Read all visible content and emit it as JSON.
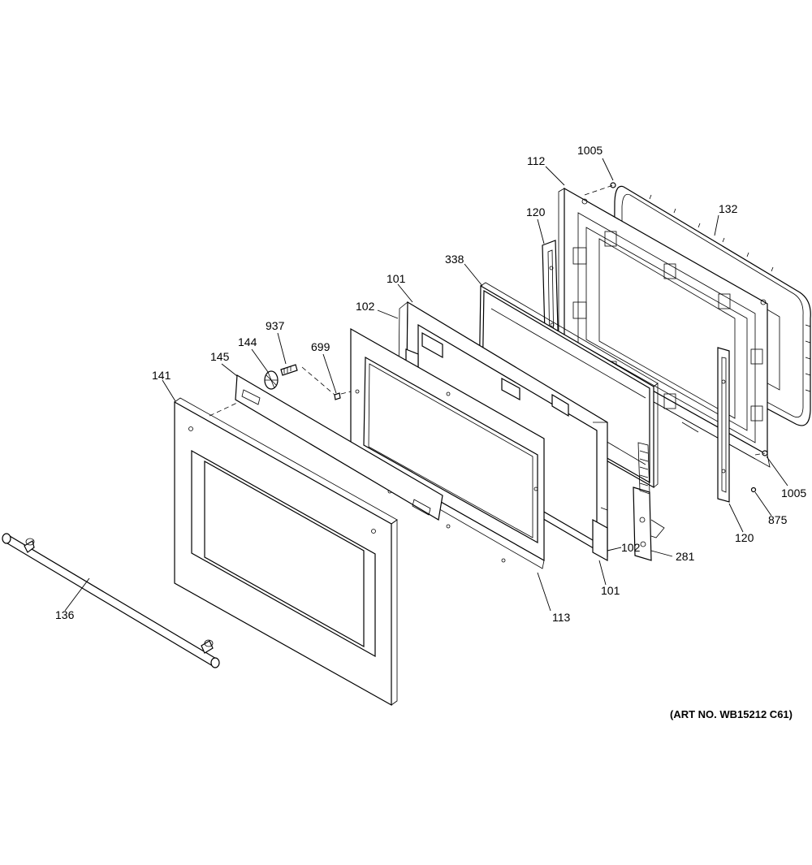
{
  "diagram": {
    "art_number": "(ART NO. WB15212 C61)",
    "callouts": {
      "c1005_top": "1005",
      "c112": "112",
      "c132": "132",
      "c120_top": "120",
      "c338": "338",
      "c101_top": "101",
      "c102_top": "102",
      "c937": "937",
      "c144": "144",
      "c145": "145",
      "c699": "699",
      "c141": "141",
      "c1005_bottom": "1005",
      "c875": "875",
      "c120_bottom": "120",
      "c281": "281",
      "c102_bottom": "102",
      "c101_bottom": "101",
      "c113": "113",
      "c136": "136"
    }
  }
}
